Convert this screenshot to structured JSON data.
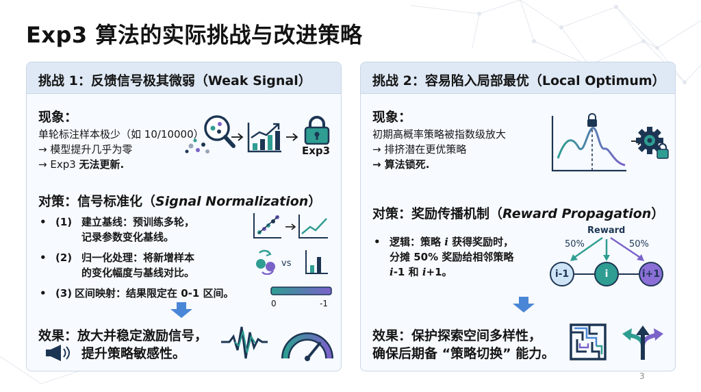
{
  "title": "Exp3 算法的实际挑战与改进策略",
  "page_number": "3",
  "left": {
    "header": "挑战 1：反馈信号极其微弱（Weak Signal）",
    "phenomenon_title": "现象：",
    "phenomenon_line1": "单轮标注样本极少（如 10/10000）",
    "phenomenon_line2": "→ 模型提升几乎为零",
    "phenomenon_line3_prefix": "→ Exp3 ",
    "phenomenon_line3_bold": "无法更新.",
    "exp3_label": "Exp3",
    "strategy_title_prefix": "对策：信号标准化（",
    "strategy_title_en": "Signal Normalization",
    "strategy_title_suffix": "）",
    "items": [
      {
        "bullet": "•",
        "num": "(1)",
        "line1": "建立基线：预训练多轮，",
        "line2": "记录参数变化基线。"
      },
      {
        "bullet": "•",
        "num": "(2)",
        "line1": "归一化处理：将新增样本",
        "line2": "的变化幅度与基线对比。"
      },
      {
        "bullet": "•",
        "num": "(3)",
        "line1": "区间映射：结果限定在 0-1 区间。",
        "line2": ""
      }
    ],
    "vs_label": "vs",
    "range_min": "0",
    "range_max": "-1",
    "effect_line1": "效果：放大并稳定激励信号，",
    "effect_line2": "提升策略敏感性。"
  },
  "right": {
    "header": "挑战 2：容易陷入局部最优（Local Optimum）",
    "phenomenon_title": "现象：",
    "phenomenon_line1": "初期高概率策略被指数级放大",
    "phenomenon_line2": "→ 排挤潜在更优策略",
    "phenomenon_line3": "→ 算法锁死.",
    "strategy_title_prefix": "对策：奖励传播机制（",
    "strategy_title_en": "Reward Propagation",
    "strategy_title_suffix": "）",
    "logic_bullet": "•",
    "logic_line1_a": "逻辑：策略 ",
    "logic_line1_math": "i",
    "logic_line1_b": " 获得奖励时，",
    "logic_line2": "分摊 50% 奖励给相邻策略",
    "logic_line3_m1": "i",
    "logic_line3_a": "-1 和 ",
    "logic_line3_m2": "i",
    "logic_line3_b": "+1。",
    "reward_label": "Reward",
    "pct_left": "50%",
    "pct_right": "50%",
    "node_left": "i-1",
    "node_mid": "i",
    "node_right": "i+1",
    "effect_line1": "效果：保护探索空间多样性，",
    "effect_line2": "确保后期备 “策略切换” 能力。"
  },
  "colors": {
    "teal": "#2f9d92",
    "purple": "#7a62c9",
    "navy": "#1c3553",
    "blue_arrow": "#4a86d6",
    "panel_header": "#dfe9f5",
    "panel_border": "#c9d6e6"
  },
  "icons": [
    "magnifier-dots-icon",
    "bar-chart-up-icon",
    "lock-icon",
    "scatter-to-line-icon",
    "normalize-vs-bar-icon",
    "gradient-range-bar-icon",
    "down-arrow-icon",
    "megaphone-icon",
    "waveform-icon",
    "gauge-icon",
    "peak-curve-lock-icon",
    "gear-lock-icon",
    "reward-propagation-diagram",
    "maze-icon",
    "branch-arrows-icon"
  ]
}
